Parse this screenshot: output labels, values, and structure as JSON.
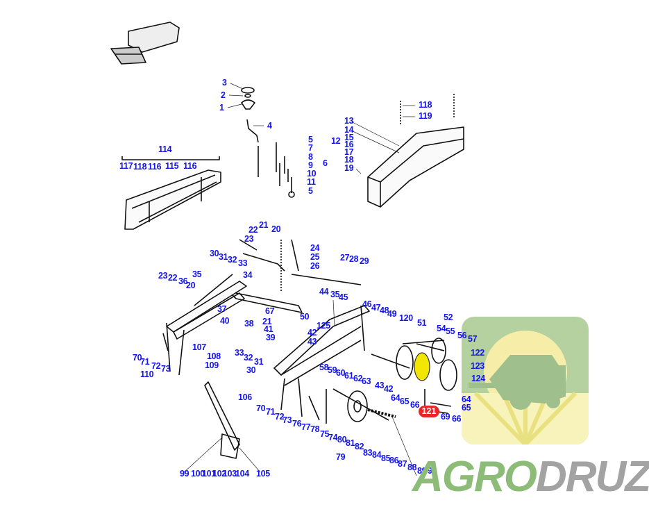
{
  "diagram": {
    "labels": [
      "3",
      "2",
      "1",
      "4",
      "5",
      "7",
      "8",
      "9",
      "10",
      "11",
      "5",
      "6",
      "114",
      "117",
      "118",
      "116",
      "115",
      "116",
      "13",
      "14",
      "15",
      "16",
      "17",
      "18",
      "19",
      "12",
      "118",
      "119",
      "23",
      "22",
      "21",
      "20",
      "24",
      "25",
      "26",
      "27",
      "28",
      "29",
      "30",
      "31",
      "32",
      "33",
      "34",
      "35",
      "23",
      "22",
      "36",
      "20",
      "37",
      "40",
      "38",
      "67",
      "21",
      "41",
      "39",
      "50",
      "44",
      "35",
      "45",
      "125",
      "42",
      "43",
      "33",
      "32",
      "31",
      "30",
      "107",
      "108",
      "109",
      "70",
      "71",
      "72",
      "73",
      "110",
      "58",
      "59",
      "60",
      "61",
      "62",
      "63",
      "46",
      "47",
      "48",
      "49",
      "120",
      "51",
      "52",
      "54",
      "55",
      "56",
      "57",
      "122",
      "123",
      "124",
      "64",
      "65",
      "69",
      "66",
      "43",
      "42",
      "64",
      "65",
      "66",
      "106",
      "70",
      "71",
      "72",
      "73",
      "76",
      "77",
      "78",
      "75",
      "74",
      "80",
      "81",
      "82",
      "83",
      "84",
      "85",
      "86",
      "87",
      "88",
      "89",
      "90",
      "79",
      "99",
      "100",
      "101",
      "102",
      "103",
      "104",
      "105"
    ],
    "highlight_label": "121",
    "colors": {
      "label": "#1414f0",
      "highlight": "#e8262a",
      "highlight_part": "#f2e600"
    }
  },
  "watermark": {
    "brand_part1": "AGRO",
    "brand_part2": "DRUZI"
  }
}
